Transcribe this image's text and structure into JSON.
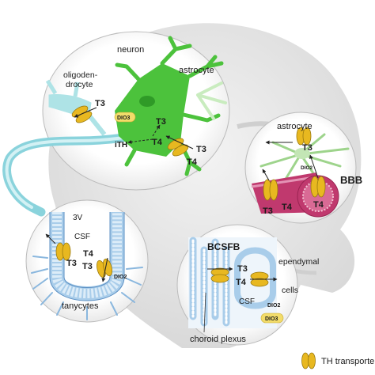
{
  "neuron_panel": {
    "neuron": "neuron",
    "oligodendrocyte_line1": "oligoden-",
    "oligodendrocyte_line2": "drocyte",
    "astrocyte": "astrocyte",
    "t3_oligo": "T3",
    "dio3": "DIO3",
    "t3_inner": "T3",
    "ith": "iTH",
    "t4_inner": "T4",
    "t3_outer": "T3",
    "t4_outer": "T4"
  },
  "bbb_panel": {
    "astrocyte": "astrocyte",
    "t3_top": "T3",
    "dio2": "DIO2",
    "bbb": "BBB",
    "t3_vessel": "T3",
    "t4_vessel": "T4",
    "t4_lumen": "T4"
  },
  "csf_panel": {
    "v3": "3V",
    "csf": "CSF",
    "t3_left": "T3",
    "t4": "T4",
    "t3_right": "T3",
    "dio2": "DIO2",
    "tanycytes": "tanycytes"
  },
  "bcsfb_panel": {
    "bcsfb": "BCSFB",
    "t3": "T3",
    "t4": "T4",
    "ependymal_line1": "ependymal",
    "ependymal_line2": "cells",
    "csf": "CSF",
    "dio2": "DIO2",
    "dio3": "DIO3",
    "choroid_plexus": "choroid plexus"
  },
  "legend": {
    "label": "TH transporte"
  },
  "colors": {
    "transporter": "#e8b820",
    "neuron_green": "#4cc23c",
    "tanycyte_blue": "#a9cdea",
    "vessel": "#c0396e",
    "dio3_badge": "#f2dc6a"
  }
}
